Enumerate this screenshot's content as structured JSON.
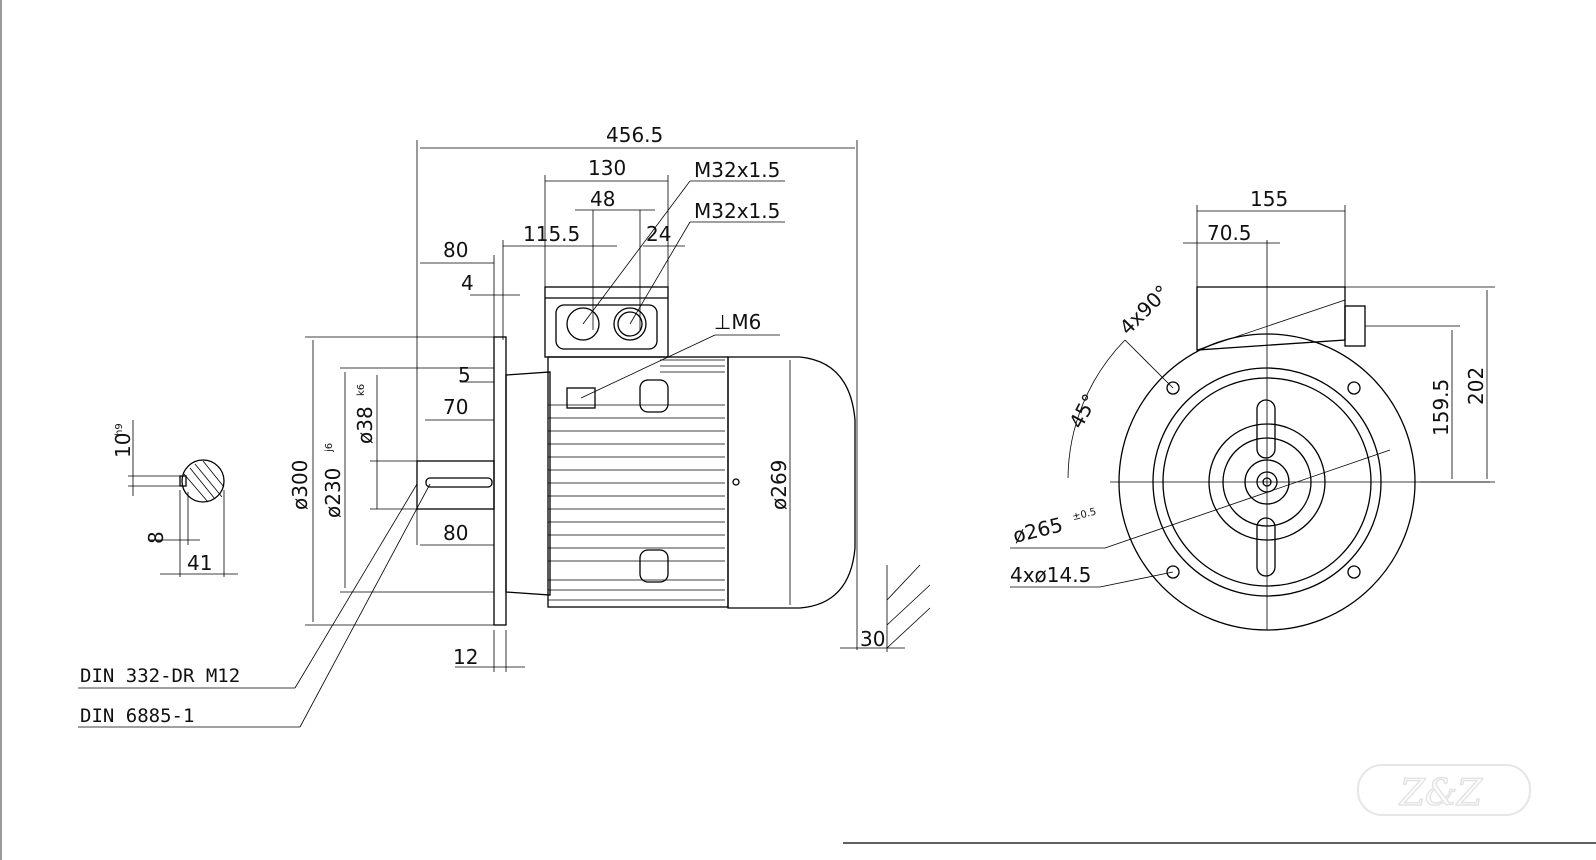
{
  "dimensions": {
    "overall_length": "456.5",
    "terminal_box_length": "130",
    "gland_spacing": "48",
    "gland_offset": "115.5",
    "gland_offset_2": "24",
    "gland_thread_1": "M32x1.5",
    "gland_thread_2": "M32x1.5",
    "flange_to_box": "80",
    "spigot_depth": "4",
    "shaft_shoulder": "5",
    "key_length": "70",
    "shaft_length": "80",
    "flange_thickness": "12",
    "earth_thread": "⊥M6",
    "flange_diameter": "ø300",
    "spigot_diameter": "ø230",
    "spigot_tol": "j6",
    "shaft_diameter": "ø38",
    "shaft_tol": "k6",
    "housing_diameter": "ø269",
    "fan_clearance": "30",
    "key_width": "10",
    "key_tol": "h9",
    "key_depth": "8",
    "shaft_height": "41",
    "box_width": "155",
    "box_offset": "70.5",
    "box_height": "202",
    "gland_height": "159.5",
    "bolt_angle": "45°",
    "bolt_pattern": "4x90°",
    "pcd": "ø265",
    "pcd_tol": "±0.5",
    "bolt_holes": "4xø14.5"
  },
  "notes": {
    "center_hole": "DIN 332-DR M12",
    "key_standard": "DIN 6885-1"
  },
  "watermark": "Z&Z"
}
